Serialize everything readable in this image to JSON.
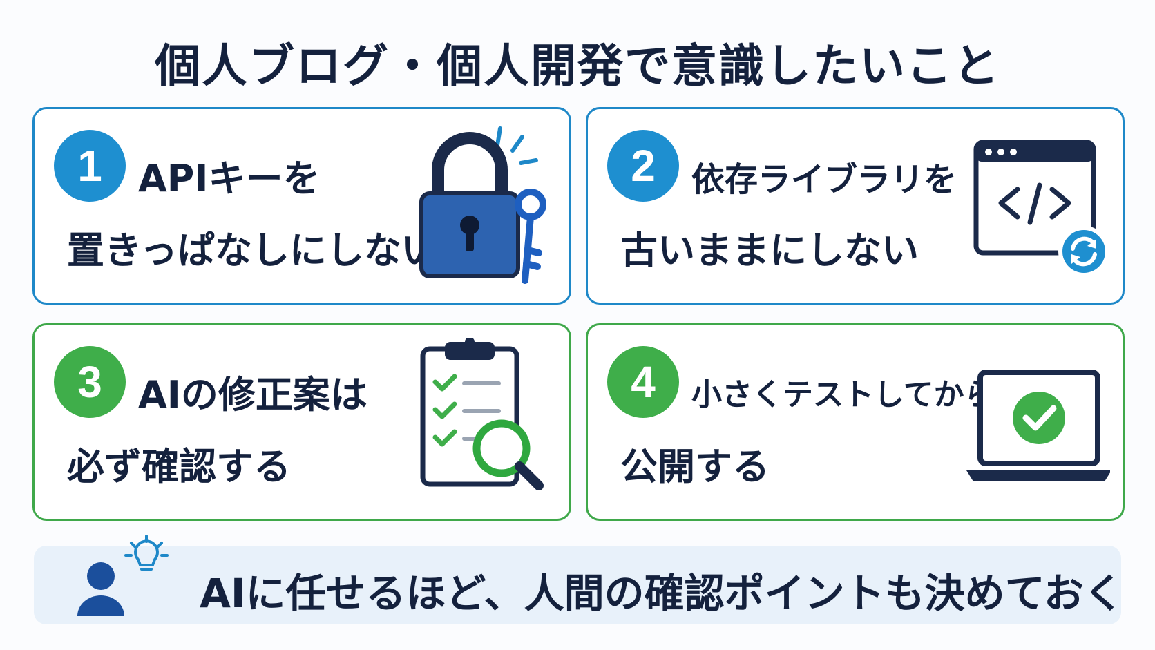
{
  "title": "個人ブログ・個人開発で意識したいこと",
  "cards": [
    {
      "number": "1",
      "line1": "APIキーを",
      "line2": "置きっぱなしにしない",
      "icon": "padlock-key-icon",
      "accent": "#1e88c8"
    },
    {
      "number": "2",
      "line1": "依存ライブラリを",
      "line2": "古いままにしない",
      "icon": "code-window-refresh-icon",
      "accent": "#1e88c8"
    },
    {
      "number": "3",
      "line1": "AIの修正案は",
      "line2": "必ず確認する",
      "icon": "checklist-magnifier-icon",
      "accent": "#3fa84a"
    },
    {
      "number": "4",
      "line1": "小さくテストしてから",
      "line2": "公開する",
      "icon": "laptop-check-icon",
      "accent": "#3fa84a"
    }
  ],
  "footer": {
    "text": "AIに任せるほど、人間の確認ポイントも決めておく",
    "icon": "person-lightbulb-icon"
  },
  "colors": {
    "text": "#14213d",
    "blue": "#1e88c8",
    "green": "#3fa84a",
    "footer_bg": "#e8f1fa"
  }
}
